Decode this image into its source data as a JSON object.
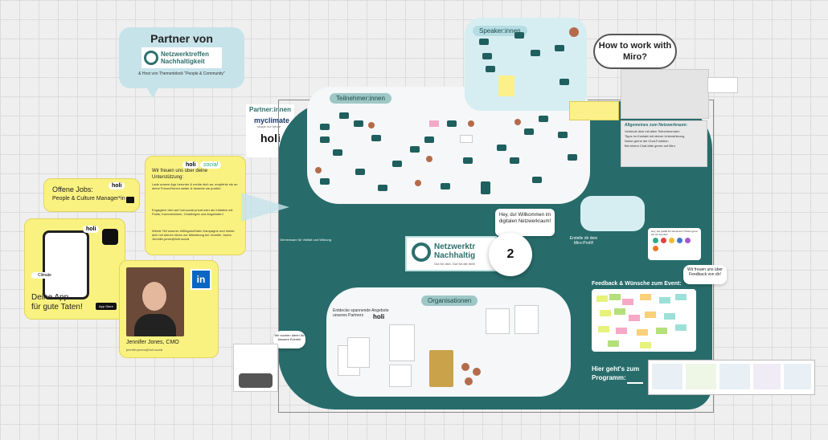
{
  "partner": {
    "title": "Partner von",
    "logo_line1": "Netzwerktreffen",
    "logo_line2": "Nachhaltigkeit",
    "subtitle": "& Host von Themenblock \"People & Community\""
  },
  "partnerinnen": {
    "label": "Partner:innen",
    "logo1": "myclimate",
    "logo1_sub": "shape our future",
    "logo2": "holi"
  },
  "miro_help": {
    "title": "How to work with Miro?"
  },
  "jobs": {
    "title": "Offene Jobs:",
    "item": "People & Culture Manager*in",
    "brand": "holi"
  },
  "app": {
    "line1": "Deine App",
    "line2": "für gute Taten!",
    "brand": "holi",
    "store": "App Store",
    "search": "Climate"
  },
  "person": {
    "name": "Jennifer Jones, CMO",
    "email": "jennifer.jones@holi.social",
    "linkedin": "in"
  },
  "support": {
    "brand1": "holi",
    "brand2": "social",
    "intro": "Wir freuen uns über deine Unterstützung:",
    "items": [
      "Lade unsere App herunter & melde dich an, empfehle sie an deine Freund*innen weiter & bewerte sie positiv!",
      "Engagiere dich auf holi.social privat oder als Initiative mit Posts, Kommentaren, Challenges und Angeboten!",
      "Werde Teil unserer #MiAgudaTaten Kampagne und melde dich mit deinen Ideen zur Mitwirkung bei Jennifer Jones: Jennifer.jones@holi.social"
    ]
  },
  "board": {
    "teilnehmer": "Teilnehmer:innen",
    "speaker": "Speaker:innen",
    "organisationen": "Organisationen",
    "org_text": "Entdecke spannende Angebote unseres Partners",
    "org_brand": "holi",
    "welcome": "Hey, du! Willkommen im digitalen Netzwerkraum!",
    "center_logo1": "Netzwerktr",
    "center_logo2": "Nachhaltig",
    "center_sub": "Gut für dich. Gut für die Welt",
    "counter": "2",
    "profile_hint": "Erstelle dir dein Miro-Profil!",
    "feedback_label": "Feedback & Wünsche zum Event:",
    "feedback_bubble": "Wir freuen uns über Feedback von dir!",
    "reactions_label": "Hey, wie gefällt Dir das Event? Klicke gerne auf ein Symbol!",
    "programm": "Hier geht's zum Programm:",
    "side_note": "Gemeinsam für Vielfalt und Wirkung",
    "hints_title": "Allgemeines zum Netzwerkraum:",
    "hints": [
      "Verbinde dich mit allen Teilnehmenden",
      "Tipps im Kontakt mit deiner Unterstützung",
      "Nutze gerne die Chat-Funktion",
      "Bei einem Chat bitte gerne auf Miro"
    ],
    "nachtrag_bubble": "Wir suchen Ideen für bessere Events!"
  },
  "colors": {
    "teal": "#276c6b",
    "yellow": "#faf280",
    "light_blue": "#c6e3ea"
  },
  "icons": [
    "chevron-right-icon",
    "linkedin-icon",
    "phone-icon",
    "app-store-icon",
    "briefcase-icon"
  ]
}
